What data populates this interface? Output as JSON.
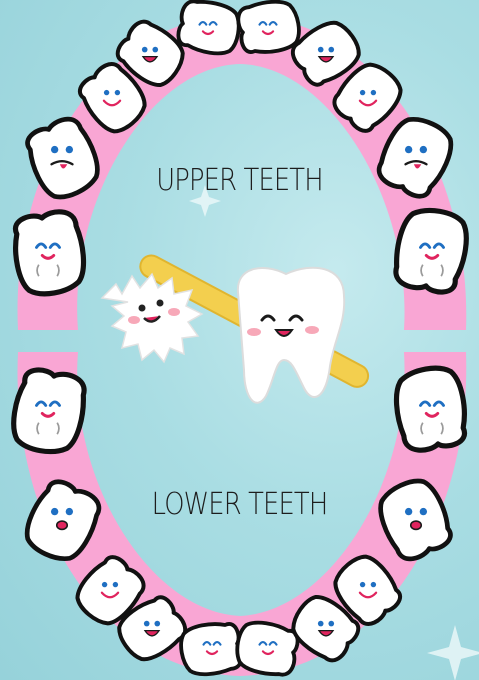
{
  "labels": {
    "upper": "UPPER TEETH",
    "lower": "LOWER TEETH"
  },
  "colors": {
    "background": "#a9dde3",
    "gum": "#f9a6d4",
    "tooth_outline": "#111111",
    "tooth_fill": "#ffffff",
    "toothbrush_handle": "#f3cf4e",
    "eyes": "#1f6fc2",
    "mouth": "#e0245e",
    "cheek": "#f7a8b8"
  },
  "upper_teeth": [
    {
      "id": "upper-left-molar-2",
      "face": "smile-lines"
    },
    {
      "id": "upper-left-molar-1",
      "face": "sad-tongue"
    },
    {
      "id": "upper-left-canine",
      "face": "smile"
    },
    {
      "id": "upper-left-lateral-incisor",
      "face": "open-smile"
    },
    {
      "id": "upper-left-central-incisor",
      "face": "happy-closed"
    },
    {
      "id": "upper-right-central-incisor",
      "face": "happy-closed"
    },
    {
      "id": "upper-right-lateral-incisor",
      "face": "open-smile"
    },
    {
      "id": "upper-right-canine",
      "face": "smile"
    },
    {
      "id": "upper-right-molar-1",
      "face": "sad-tongue"
    },
    {
      "id": "upper-right-molar-2",
      "face": "smile-lines"
    }
  ],
  "lower_teeth": [
    {
      "id": "lower-left-molar-2",
      "face": "smile-lines"
    },
    {
      "id": "lower-left-molar-1",
      "face": "open-mouth"
    },
    {
      "id": "lower-left-canine",
      "face": "smile"
    },
    {
      "id": "lower-left-lateral-incisor",
      "face": "open-smile"
    },
    {
      "id": "lower-left-central-incisor",
      "face": "happy-closed"
    },
    {
      "id": "lower-right-central-incisor",
      "face": "happy-closed"
    },
    {
      "id": "lower-right-lateral-incisor",
      "face": "open-smile"
    },
    {
      "id": "lower-right-canine",
      "face": "smile"
    },
    {
      "id": "lower-right-molar-1",
      "face": "open-mouth"
    },
    {
      "id": "lower-right-molar-2",
      "face": "smile-lines"
    }
  ]
}
